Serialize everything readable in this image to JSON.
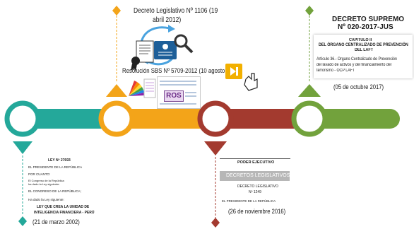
{
  "events": {
    "decreto_1106": {
      "title_line1": "Decreto Legislativo Nº 1106 (19",
      "title_line2": "abril 2012)"
    },
    "resolucion_sbs": {
      "title": "Resolución SBS Nº 5709-2012 (10 agosto 2012)",
      "ros_label": "ROS"
    },
    "decreto_supremo": {
      "title_line1": "DECRETO SUPREMO",
      "title_line2": "Nº 020-2017-JUS",
      "chapter_line1": "CAPITULO II",
      "chapter_line2": "DEL ÓRGANO CENTRALIZADO DE PREVENCIÓN",
      "chapter_line3": "DEL LAFT",
      "body_line1": "Artículo 36.- Órgano Centralizado de Prevención",
      "body_line2": "del lavado de activos y del financiamiento del",
      "body_line3": "terrorismo - OCP LAFT",
      "date": "(05 de octubre 2017)"
    },
    "ley_27693": {
      "law_title": "LEY Nº 27693",
      "line1": "EL PRESIDENTE DE LA REPÚBLICA",
      "line2": "POR CUANTO:",
      "line3": "El Congreso de la República",
      "line4": "ha dado la Ley siguiente:",
      "line5": "EL CONGRESO DE LA REPÚBLICA;",
      "line6": "Ha dado la Ley siguiente:",
      "heading_line1": "LEY QUE CREA LA UNIDAD DE",
      "heading_line2": "INTELIGENCIA FINANCIERA - PERÚ",
      "date": "(21 de marzo 2002)"
    },
    "decreto_1249": {
      "header": "PODER EJECUTIVO",
      "banner": "DECRETOS LEGISLATIVOS",
      "title_line1": "DECRETO LEGISLATIVO",
      "title_line2": "Nº 1249",
      "line1": "EL PRESIDENTE DE LA REPÚBLICA",
      "date": "(26 de noviembre 2016)"
    }
  },
  "colors": {
    "teal": "#24a89a",
    "orange": "#f3a419",
    "red": "#a33a2f",
    "green": "#72a23c"
  }
}
